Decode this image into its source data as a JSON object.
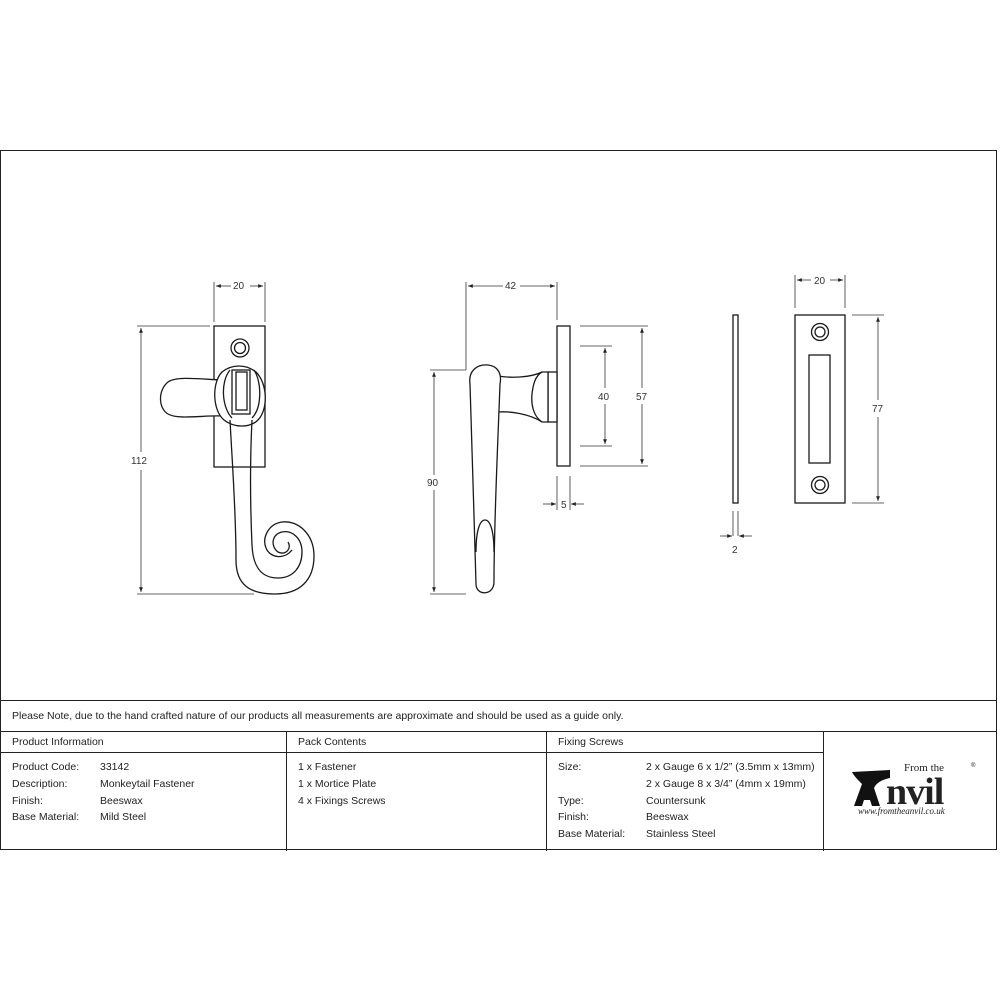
{
  "drawing": {
    "colors": {
      "line": "#1a1a1a",
      "dimension": "#333333",
      "border": "#222222",
      "background": "#ffffff"
    },
    "views": [
      {
        "name": "front-view-fastener",
        "dimensions": {
          "plate_width": "20",
          "overall_height": "112"
        }
      },
      {
        "name": "side-view-fastener",
        "dimensions": {
          "projection": "42",
          "handle_height": "90",
          "plate_height": "57",
          "screw_centres": "40",
          "plate_thickness": "5"
        }
      },
      {
        "name": "side-view-mortice-plate",
        "dimensions": {
          "thickness": "2"
        }
      },
      {
        "name": "front-view-mortice-plate",
        "dimensions": {
          "width": "20",
          "height": "77"
        }
      }
    ]
  },
  "note": "Please Note, due to the hand crafted nature of our products all measurements are approximate and should be used as a guide only.",
  "product_information": {
    "heading": "Product Information",
    "rows": [
      {
        "label": "Product Code:",
        "value": "33142"
      },
      {
        "label": "Description:",
        "value": "Monkeytail Fastener"
      },
      {
        "label": "Finish:",
        "value": "Beeswax"
      },
      {
        "label": "Base Material:",
        "value": "Mild Steel"
      }
    ]
  },
  "pack_contents": {
    "heading": "Pack Contents",
    "items": [
      "1 x Fastener",
      "1 x Mortice Plate",
      "4 x Fixings Screws"
    ]
  },
  "fixing_screws": {
    "heading": "Fixing Screws",
    "rows": [
      {
        "label": "Size:",
        "value": "2 x Gauge 6 x 1/2” (3.5mm x 13mm)"
      },
      {
        "label": "",
        "value": "2 x Gauge 8 x 3/4” (4mm x 19mm)"
      },
      {
        "label": "Type:",
        "value": "Countersunk"
      },
      {
        "label": "Finish:",
        "value": "Beeswax"
      },
      {
        "label": "Base Material:",
        "value": "Stainless Steel"
      }
    ]
  },
  "logo": {
    "from_the": "From the",
    "word": "Anvil",
    "registered": "®",
    "url": "www.fromtheanvil.co.uk"
  }
}
